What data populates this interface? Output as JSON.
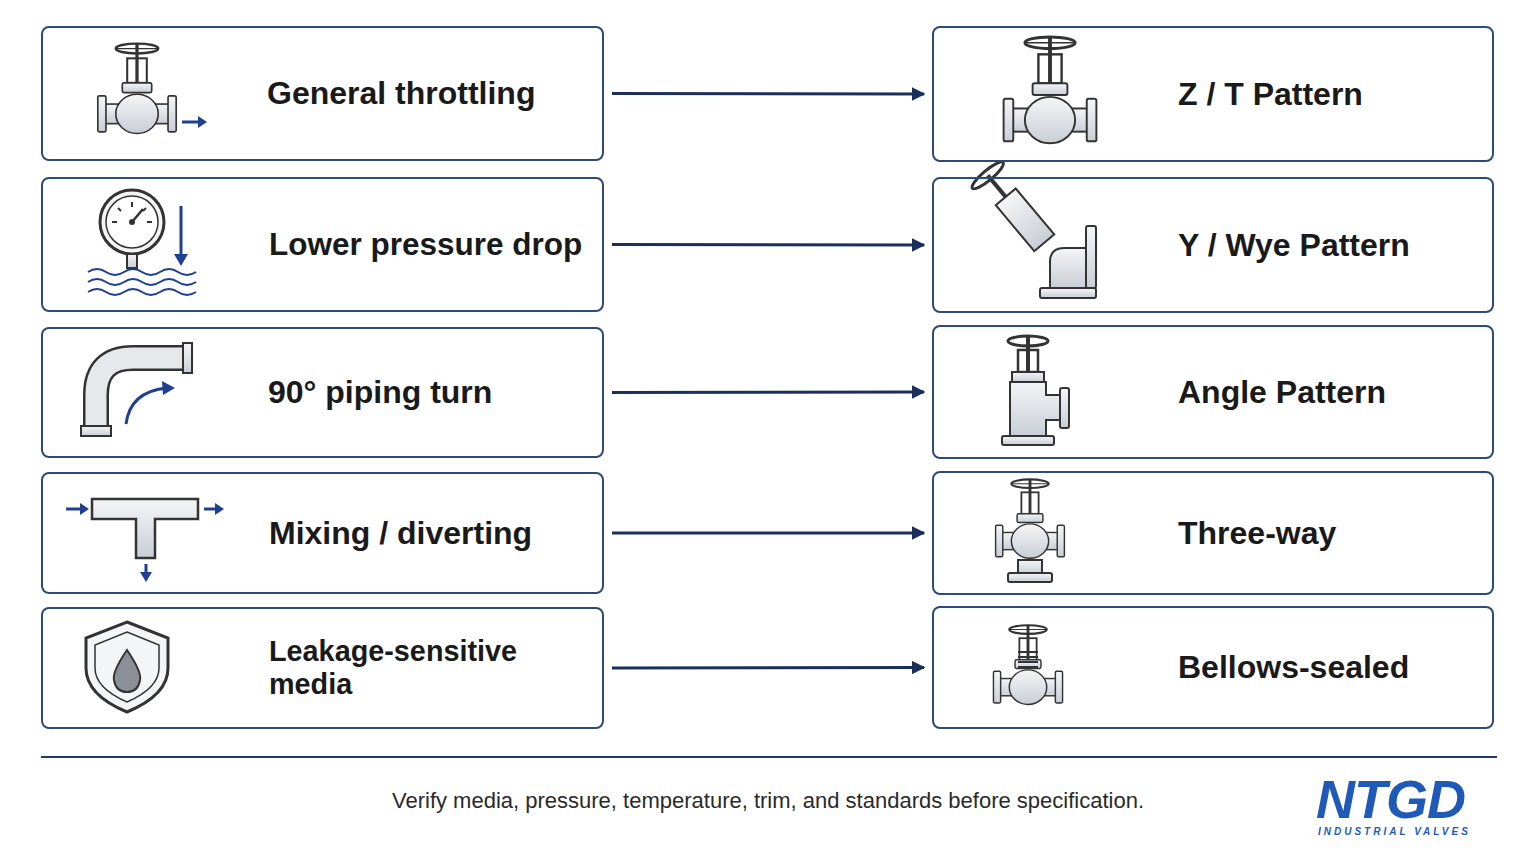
{
  "diagram": {
    "nodes": [
      {
        "text": [
          "General throttling"
        ]
      },
      {
        "text": [
          "Lower pressure drop"
        ]
      },
      {
        "text": [
          "90° piping turn"
        ]
      },
      {
        "text": [
          "Mixing / diverting"
        ]
      },
      {
        "text": [
          "Leakage-sensitive media"
        ]
      },
      {
        "text": [
          "Z / T Pattern"
        ]
      },
      {
        "text": [
          "Y / Wye Pattern"
        ]
      },
      {
        "text": [
          "Angle Pattern"
        ]
      },
      {
        "text": [
          "Three-way"
        ]
      },
      {
        "text": [
          "Bellows-sealed"
        ]
      }
    ],
    "edges": [
      {
        "from": 0,
        "to": 5,
        "arrow": "to"
      },
      {
        "from": 1,
        "to": 6,
        "arrow": "to"
      },
      {
        "from": 2,
        "to": 7,
        "arrow": "to"
      },
      {
        "from": 3,
        "to": 8,
        "arrow": "to"
      },
      {
        "from": 4,
        "to": 9,
        "arrow": "to"
      }
    ],
    "labels": [
      "Verify media, pressure, temperature, trim, and standards before specification.",
      "NTGD",
      "INDUSTRIAL VALVES"
    ]
  }
}
